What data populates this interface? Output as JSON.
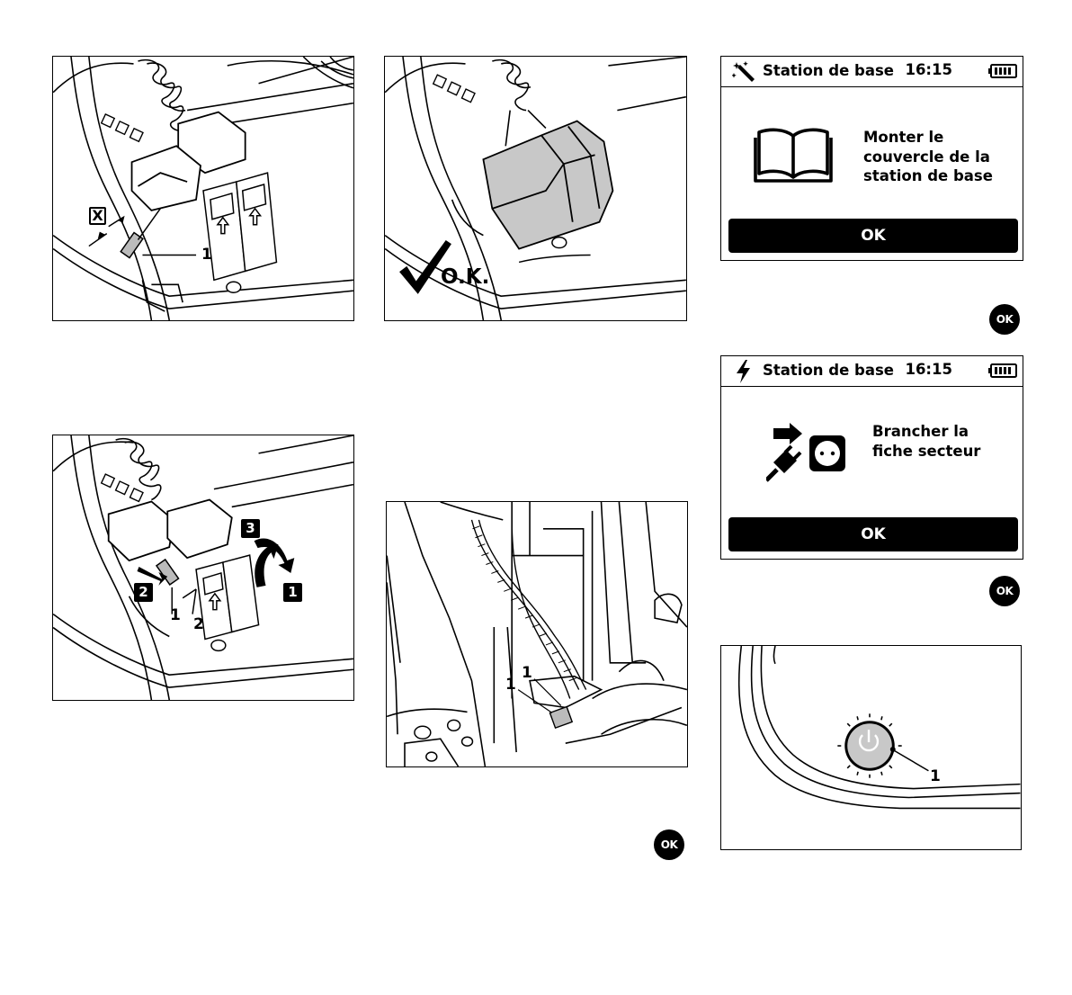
{
  "figure_a": {
    "x_label": "X",
    "callout_1": "1"
  },
  "figure_b": {
    "ok_label": "O.K."
  },
  "figure_c": {
    "step_1": "1",
    "step_2": "2",
    "step_3": "3",
    "callout_1": "1",
    "callout_2": "2"
  },
  "figure_d": {
    "callout_1a": "1",
    "callout_1b": "1"
  },
  "figure_e": {
    "callout_1": "1"
  },
  "screen_1": {
    "icon": "magic-wand-icon",
    "title": "Station de base",
    "time": "16:15",
    "message_lines": [
      "Monter le",
      "couvercle de la",
      "station de base"
    ],
    "content_icon": "open-book-icon",
    "button_label": "OK"
  },
  "screen_2": {
    "icon": "lightning-bolt-icon",
    "title": "Station de base",
    "time": "16:15",
    "message_lines": [
      "Brancher la",
      "fiche secteur"
    ],
    "content_icon": "plug-into-socket-icon",
    "button_label": "OK"
  },
  "ok_key_label": "OK"
}
